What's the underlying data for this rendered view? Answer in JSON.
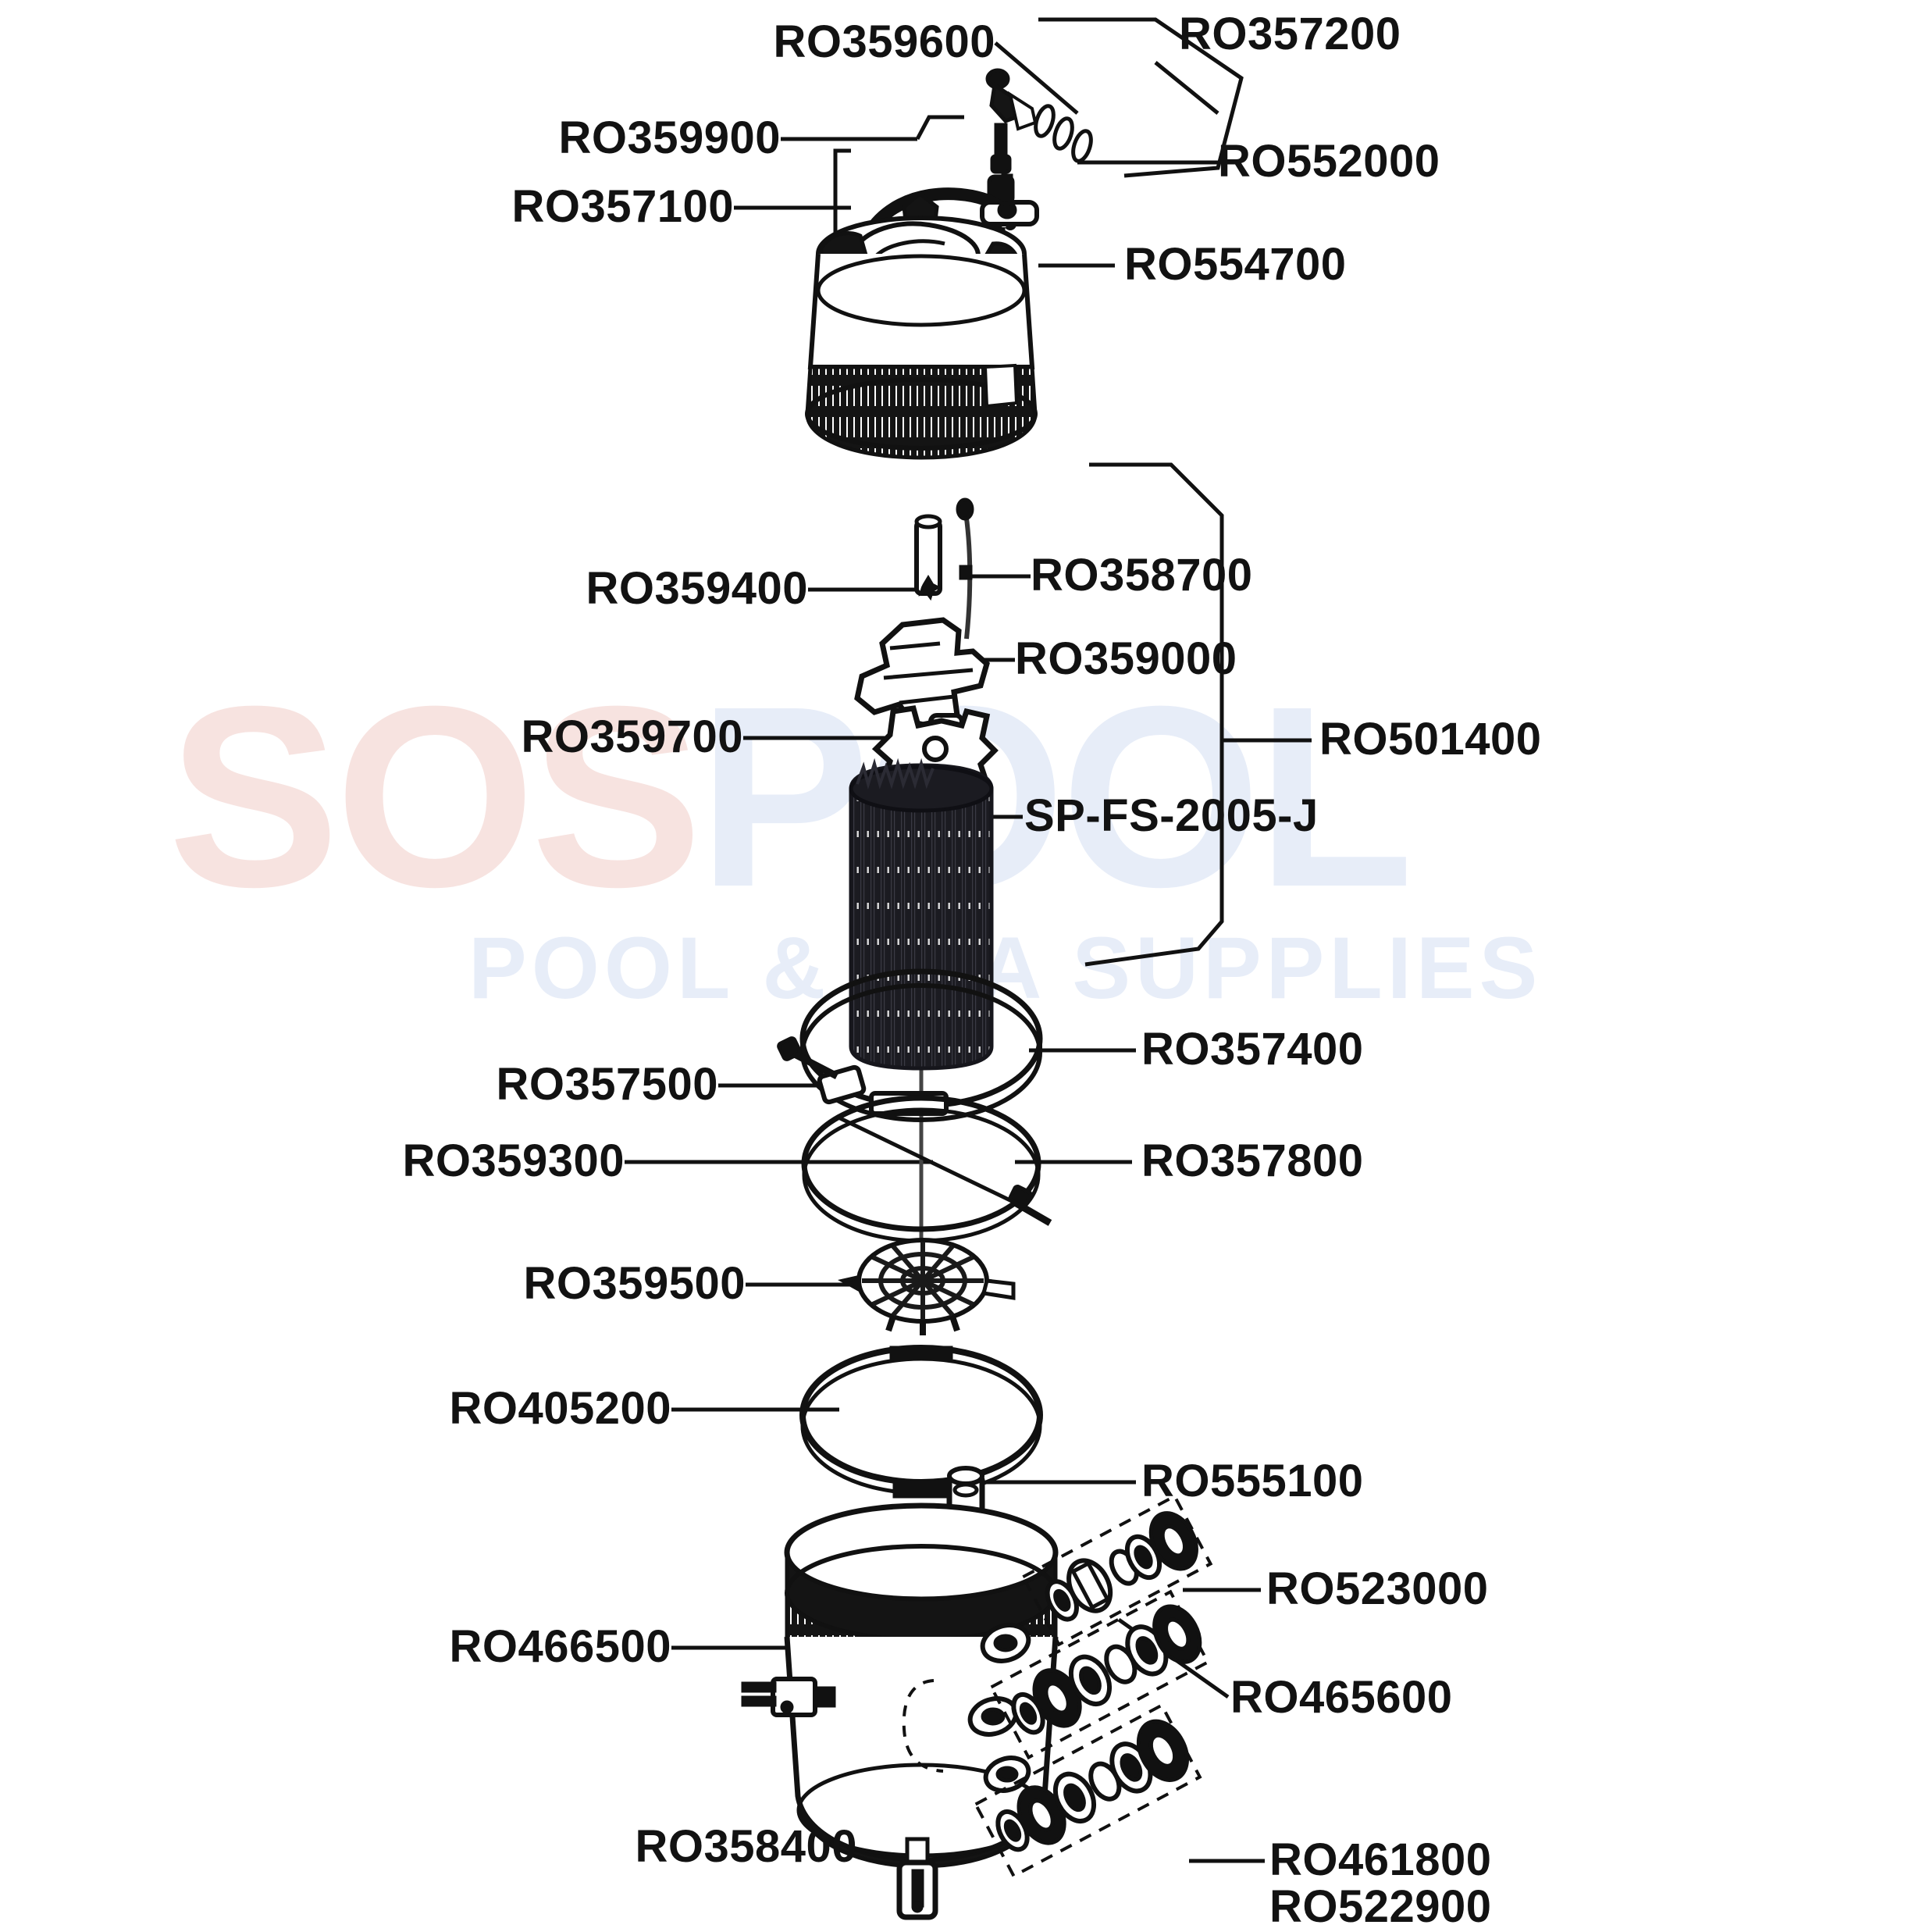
{
  "diagram": {
    "title": "Exploded parts diagram",
    "watermark": {
      "brand_part1": "SOS",
      "brand_part2": "POOL",
      "tagline": "POOL & SPA SUPPLIES",
      "color_part1": "#f7e3e0",
      "color_part2": "#e7edf8"
    },
    "labels": {
      "ro359600": "RO359600",
      "ro357200": "RO357200",
      "ro359900": "RO359900",
      "ro552000": "RO552000",
      "ro357100": "RO357100",
      "ro554700": "RO554700",
      "ro359400": "RO359400",
      "ro358700": "RO358700",
      "ro359000": "RO359000",
      "ro359700": "RO359700",
      "ro501400": "RO501400",
      "spfs2005j": "SP-FS-2005-J",
      "ro357500": "RO357500",
      "ro357400": "RO357400",
      "ro359300": "RO359300",
      "ro357800": "RO357800",
      "ro359500": "RO359500",
      "ro405200": "RO405200",
      "ro555100": "RO555100",
      "ro523000": "RO523000",
      "ro466500": "RO466500",
      "ro465600": "RO465600",
      "ro358400": "RO358400",
      "ro461800": "RO461800",
      "ro522900": "RO522900"
    },
    "parts": [
      {
        "number": "RO359600",
        "name": "air-relief-valve-assembly"
      },
      {
        "number": "RO357200",
        "name": "pressure-gauge-group"
      },
      {
        "number": "RO359900",
        "name": "tank-handle"
      },
      {
        "number": "RO552000",
        "name": "o-ring-set"
      },
      {
        "number": "RO357100",
        "name": "handle-bracket"
      },
      {
        "number": "RO554700",
        "name": "filter-tank-lid"
      },
      {
        "number": "RO359400",
        "name": "air-bleed-screw"
      },
      {
        "number": "RO358700",
        "name": "air-relief-tube"
      },
      {
        "number": "RO359000",
        "name": "top-manifold"
      },
      {
        "number": "RO359700",
        "name": "spider-retainer"
      },
      {
        "number": "RO501400",
        "name": "complete-element-assembly"
      },
      {
        "number": "SP-FS-2005-J",
        "name": "filter-cartridge-element"
      },
      {
        "number": "RO357500",
        "name": "clamp-band-bolt"
      },
      {
        "number": "RO357400",
        "name": "clamp-band"
      },
      {
        "number": "RO359300",
        "name": "tank-o-ring"
      },
      {
        "number": "RO357800",
        "name": "clamp-band-nut"
      },
      {
        "number": "RO359500",
        "name": "bottom-manifold"
      },
      {
        "number": "RO405200",
        "name": "tank-body-o-ring"
      },
      {
        "number": "RO555100",
        "name": "standpipe"
      },
      {
        "number": "RO523000",
        "name": "bulkhead-fitting-kit"
      },
      {
        "number": "RO466500",
        "name": "lower-tank-body"
      },
      {
        "number": "RO465600",
        "name": "union-assembly"
      },
      {
        "number": "RO358400",
        "name": "drain-plug"
      },
      {
        "number": "RO461800",
        "name": "union-kit-upper"
      },
      {
        "number": "RO522900",
        "name": "union-kit-lower"
      }
    ]
  }
}
